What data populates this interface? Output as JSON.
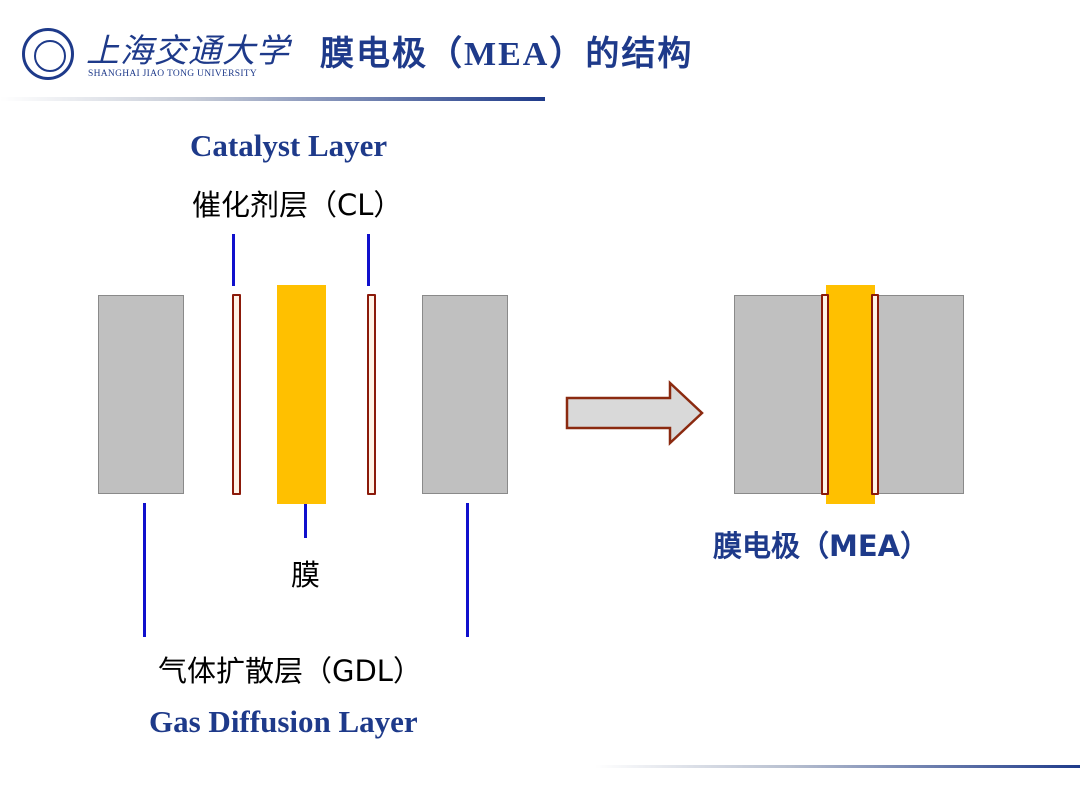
{
  "header": {
    "university_cn": "上海交通大学",
    "university_en": "SHANGHAI JIAO TONG UNIVERSITY",
    "title": "膜电极（MEA）的结构"
  },
  "labels": {
    "catalyst_en": "Catalyst Layer",
    "catalyst_cn": "催化剂层（CL）",
    "membrane_cn": "膜",
    "gdl_cn": "气体扩散层（GDL）",
    "gdl_en": "Gas Diffusion Layer",
    "mea": "膜电极（MEA）"
  },
  "colors": {
    "title_blue": "#1e3a8a",
    "gdl_gray": "#c0c0c0",
    "membrane_yellow": "#ffc000",
    "catalyst_border": "#8b1a0a",
    "leader_blue": "#1010cc",
    "arrow_fill": "#d9d9d9",
    "arrow_stroke": "#8b2a10"
  },
  "icons": {
    "logo": "university-emblem-icon",
    "transition": "right-arrow-icon"
  }
}
